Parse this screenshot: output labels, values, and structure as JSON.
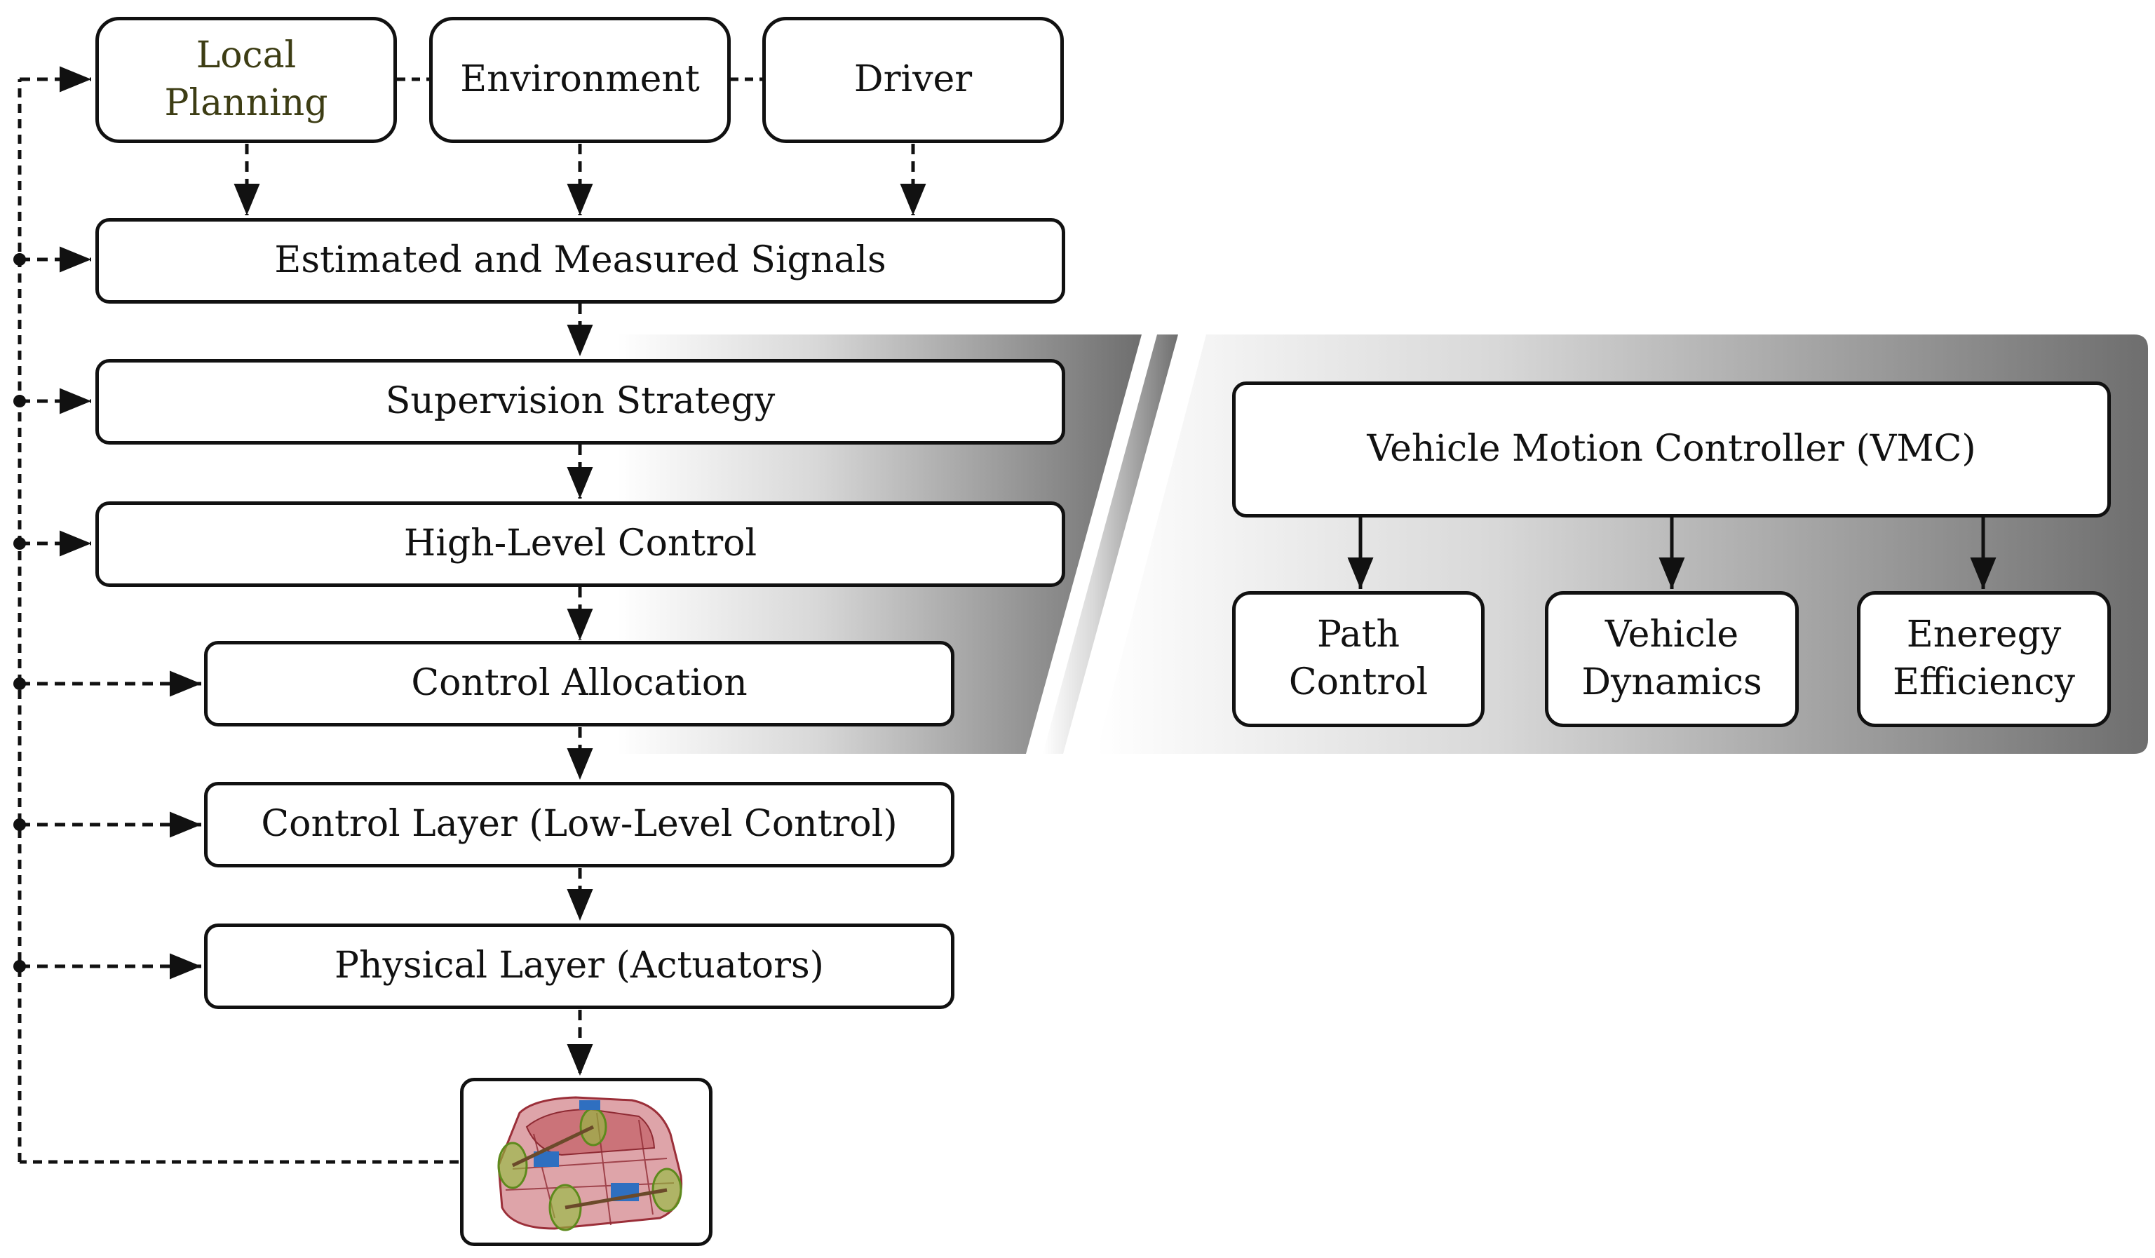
{
  "inputs": {
    "local_planning": "Local\nPlanning",
    "environment": "Environment",
    "driver": "Driver"
  },
  "layers": {
    "estimated_measured_signals": "Estimated and Measured Signals",
    "supervision_strategy": "Supervision Strategy",
    "high_level_control": "High-Level Control",
    "control_allocation": "Control Allocation",
    "control_layer": "Control Layer (Low-Level Control)",
    "physical_layer": "Physical Layer (Actuators)"
  },
  "vmc": {
    "title": "Vehicle Motion Controller (VMC)",
    "path_control": "Path\nControl",
    "vehicle_dynamics": "Vehicle\nDynamics",
    "energy_efficiency": "Eneregy\nEfficiency"
  },
  "vehicle_image": {
    "icon": "vehicle-cad-model-icon"
  },
  "colors": {
    "stroke": "#111111",
    "panel_gradient_light": "#ffffff",
    "panel_gradient_dark": "#6e6e6e",
    "vehicle_body": "#b8424a",
    "vehicle_wheels": "#7fa832",
    "vehicle_motor": "#2f6fc0",
    "local_planning_text": "#3d3d14"
  }
}
